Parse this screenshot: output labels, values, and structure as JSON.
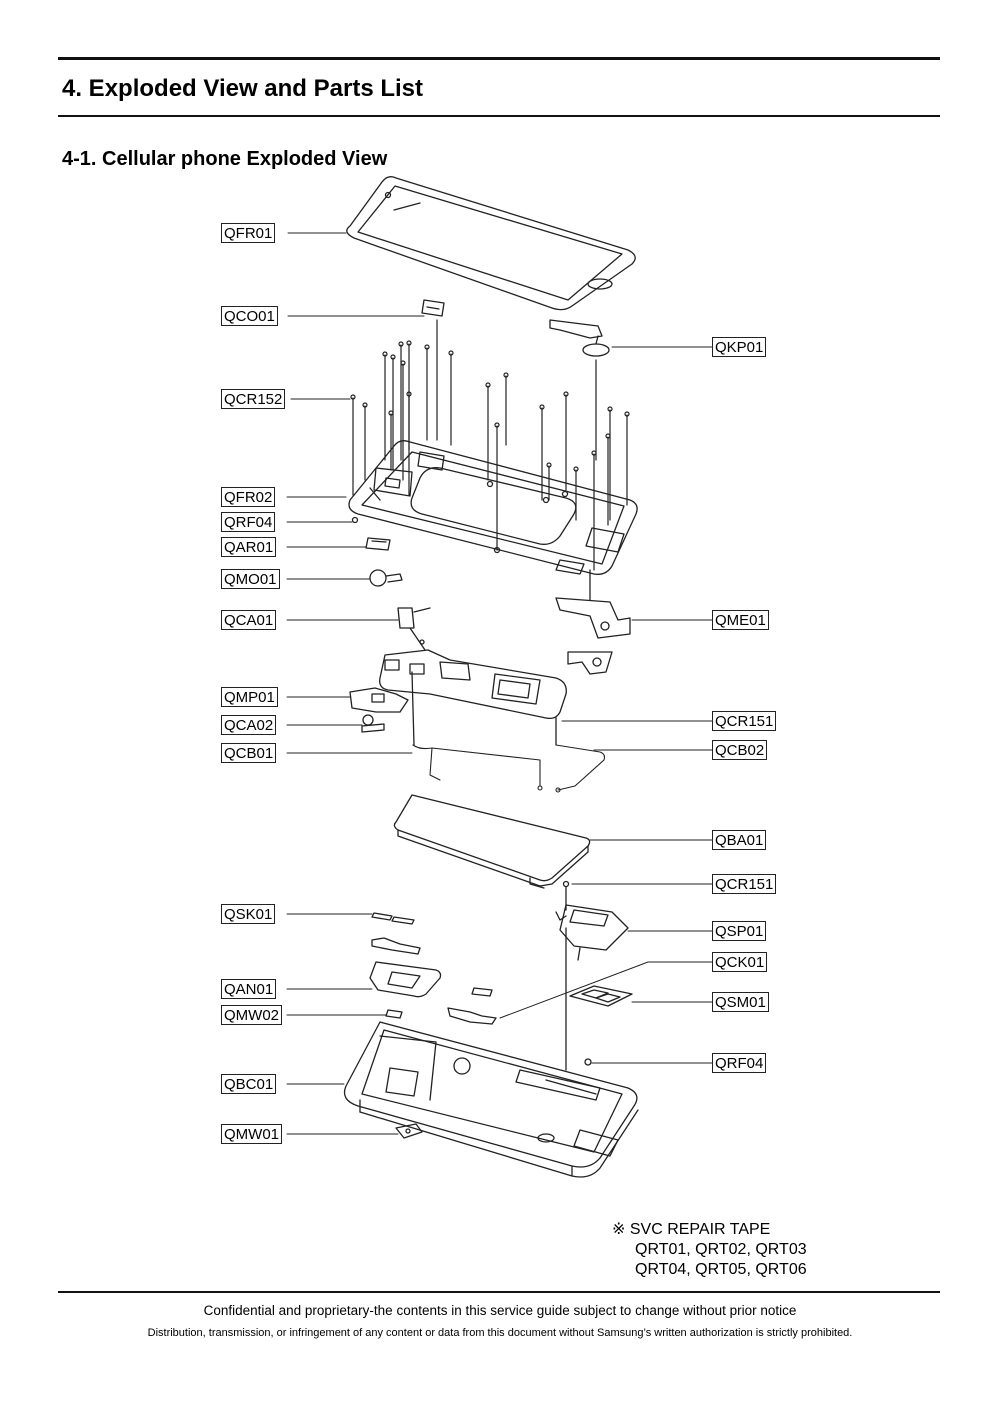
{
  "header": {
    "title": "4. Exploded View and Parts List",
    "subtitle": "4-1. Cellular phone Exploded View"
  },
  "labels": {
    "QFR01": "QFR01",
    "QCO01": "QCO01",
    "QKP01": "QKP01",
    "QCR152": "QCR152",
    "QFR02": "QFR02",
    "QRF04_top": "QRF04",
    "QAR01": "QAR01",
    "QMO01": "QMO01",
    "QCA01": "QCA01",
    "QME01": "QME01",
    "QMP01": "QMP01",
    "QCR151_top": "QCR151",
    "QCA02": "QCA02",
    "QCB01": "QCB01",
    "QCB02": "QCB02",
    "QBA01": "QBA01",
    "QCR151_bottom": "QCR151",
    "QSK01": "QSK01",
    "QSP01": "QSP01",
    "QCK01": "QCK01",
    "QAN01": "QAN01",
    "QSM01": "QSM01",
    "QMW02": "QMW02",
    "QRF04_bottom": "QRF04",
    "QBC01": "QBC01",
    "QMW01": "QMW01"
  },
  "note": {
    "mark": "※",
    "title": "SVC REPAIR TAPE",
    "line1": "QRT01, QRT02, QRT03",
    "line2": "QRT04, QRT05, QRT06"
  },
  "footer": {
    "line1": "Confidential and proprietary-the contents in this service guide subject to change without prior notice",
    "line2": "Distribution, transmission, or infringement of any content or data from this document without Samsung’s written authorization is strictly prohibited."
  }
}
